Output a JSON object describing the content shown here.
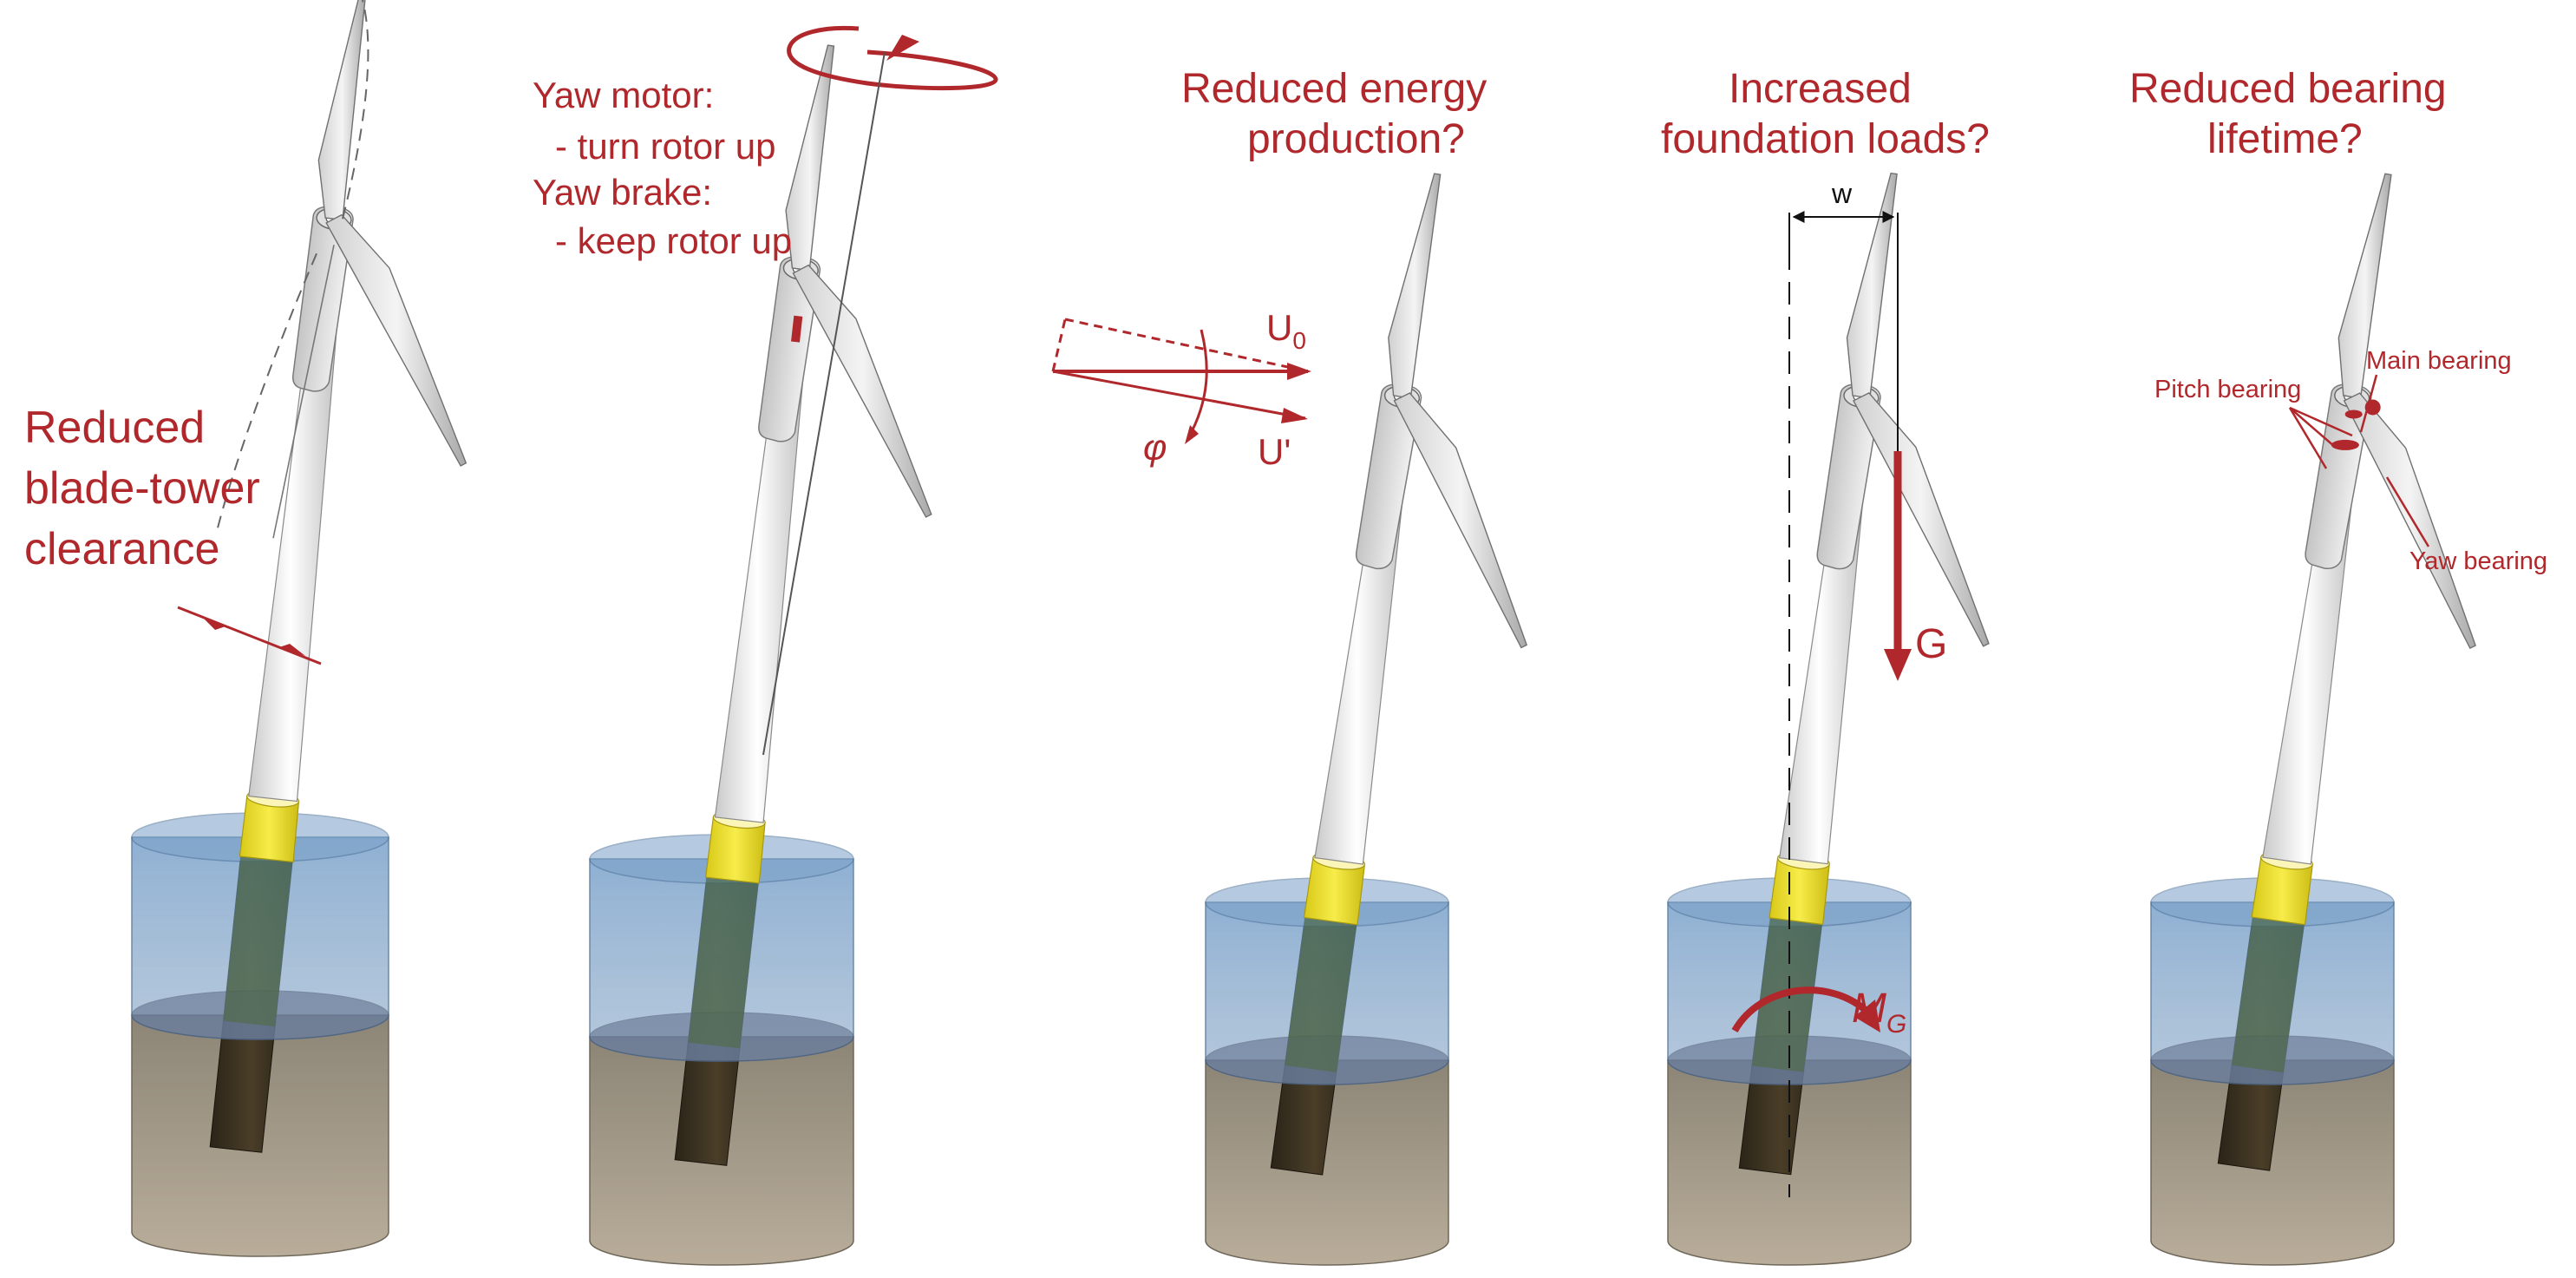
{
  "colors": {
    "accent_red": "#b0282c",
    "water_top": "#5f8fc0",
    "water_bottom": "#8ba7c6",
    "seabed_top": "#8c8576",
    "seabed_bottom": "#b9ad9a",
    "transition_piece": "#f0e22a",
    "tower": "#e9e9e9",
    "pile": "#3a3020"
  },
  "panels": [
    {
      "name": "blade-tower-clearance",
      "labels": [
        "Reduced",
        "blade-tower",
        "clearance"
      ]
    },
    {
      "name": "yaw-system",
      "labels": [
        "Yaw motor:",
        "- turn rotor up",
        "Yaw brake:",
        "- keep rotor up"
      ]
    },
    {
      "name": "energy-production",
      "labels": [
        "Reduced energy",
        "production?"
      ],
      "vector_labels": {
        "free_stream": "U",
        "free_stream_sub": "0",
        "effective": "U'",
        "angle": "φ"
      }
    },
    {
      "name": "foundation-loads",
      "labels": [
        "Increased",
        "foundation loads?"
      ],
      "dimension_label": "w",
      "force_label": "G",
      "moment_label": "M",
      "moment_sub": "G"
    },
    {
      "name": "bearing-lifetime",
      "labels": [
        "Reduced bearing",
        "lifetime?"
      ],
      "bearing_labels": {
        "pitch": "Pitch bearing",
        "main": "Main bearing",
        "yaw": "Yaw bearing"
      }
    }
  ],
  "icons": [
    "yaw-rotation-arrow-icon",
    "gravity-arrow-icon",
    "moment-arrow-icon"
  ]
}
